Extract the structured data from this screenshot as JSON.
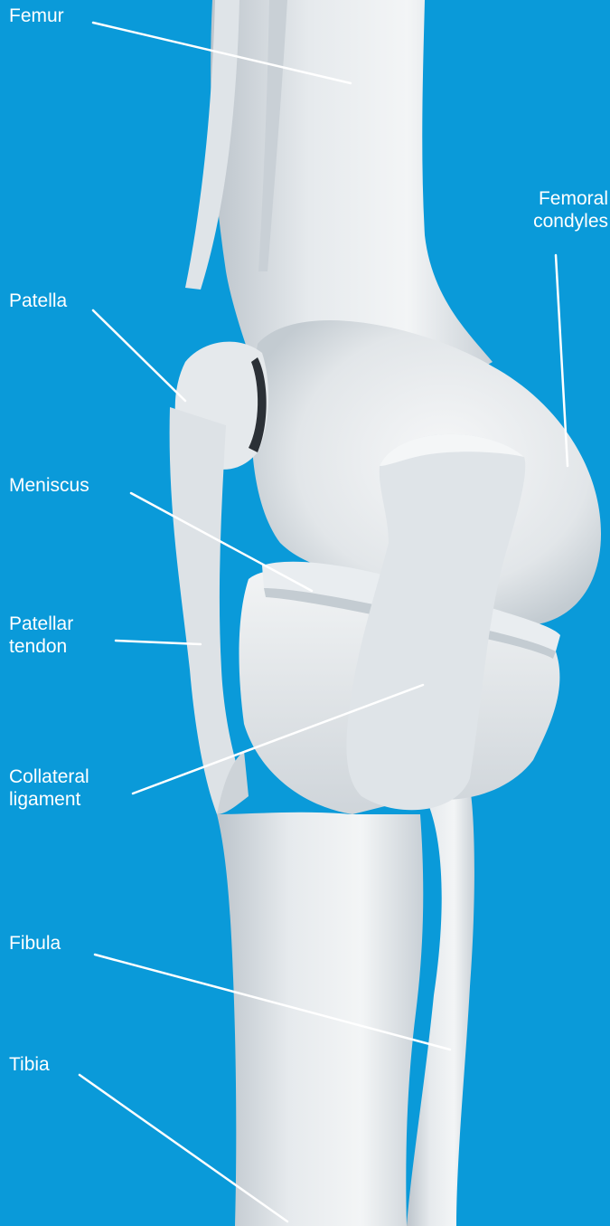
{
  "colors": {
    "background": "#0a9ad9",
    "bone_light": "#eef1f3",
    "bone_mid": "#d9dee2",
    "bone_shadow": "#b9c1c8",
    "label_text": "#ffffff",
    "leader_line": "#ffffff"
  },
  "labels": {
    "femur": "Femur",
    "femoral_condyles": "Femoral\ncondyles",
    "patella": "Patella",
    "meniscus": "Meniscus",
    "patellar_tendon": "Patellar\ntendon",
    "collateral_ligament": "Collateral\nligament",
    "fibula": "Fibula",
    "tibia": "Tibia"
  }
}
